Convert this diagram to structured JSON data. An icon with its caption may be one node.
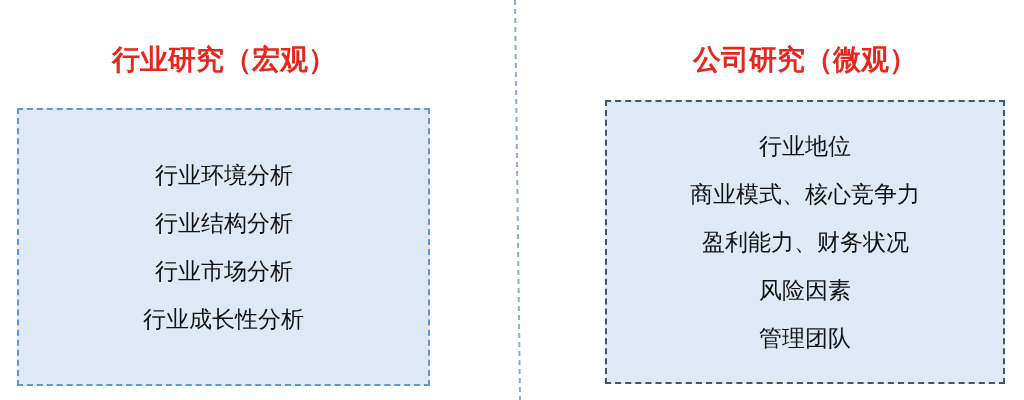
{
  "diagram": {
    "nodes": [
      {
        "text": [
          "行业研究（宏观）",
          "行业环境分析",
          "行业结构分析",
          "行业市场分析",
          "行业成长性分析"
        ]
      },
      {
        "text": [
          "公司研究（微观）",
          "行业地位",
          "商业模式、核心竞争力",
          "盈利能力、财务状况",
          "风险因素",
          "管理团队"
        ]
      }
    ],
    "edges": []
  }
}
